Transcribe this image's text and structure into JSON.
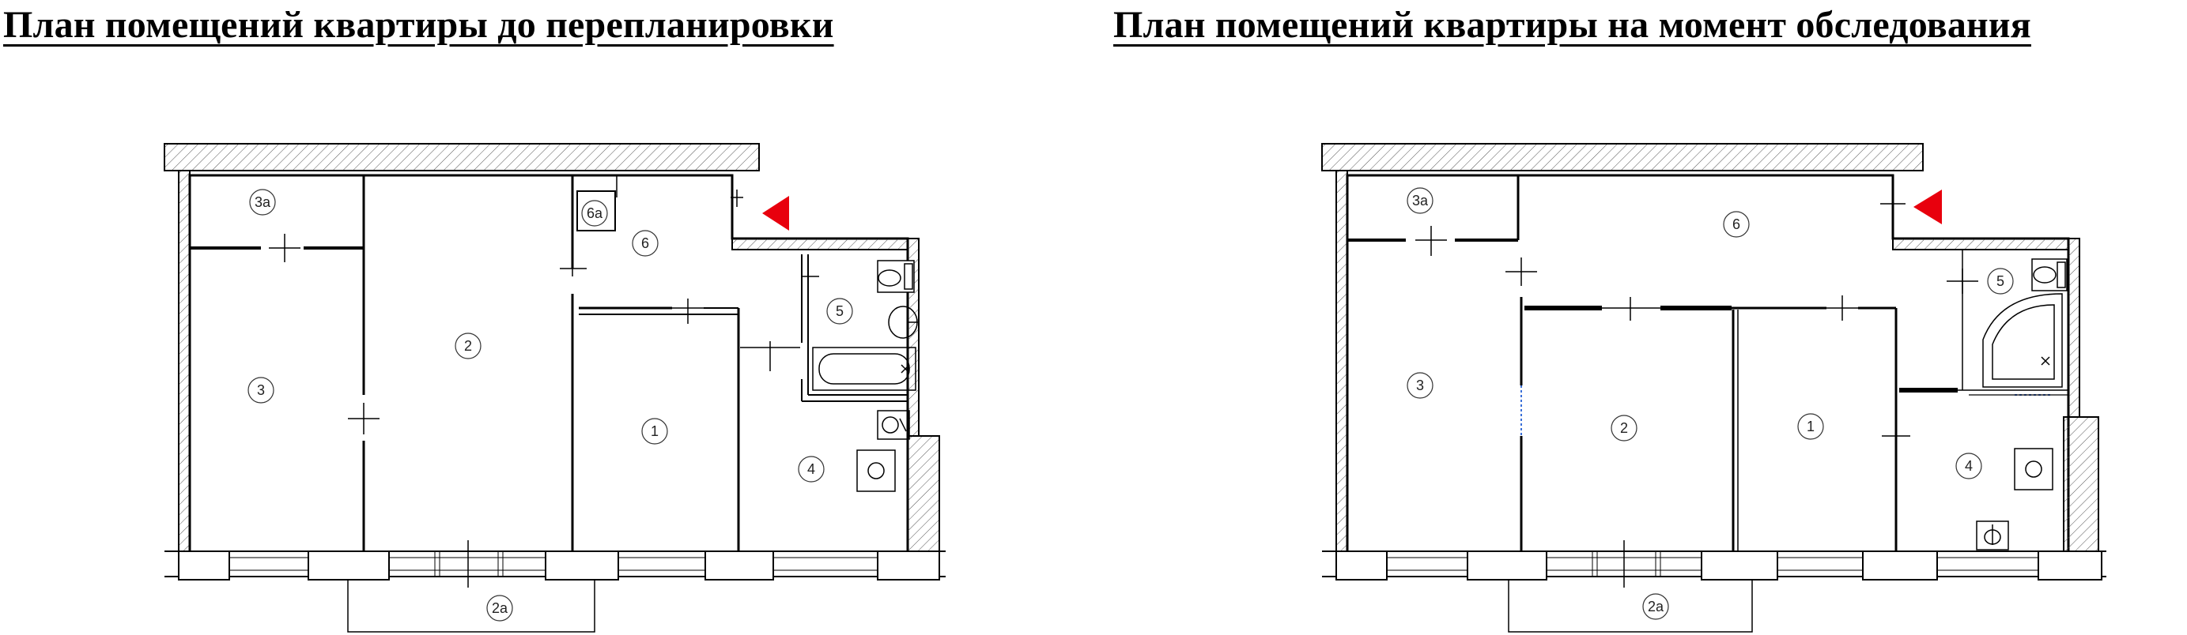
{
  "titles": {
    "before": "План помещений квартиры до перепланировки",
    "after": "План помещений квартиры на момент обследования"
  },
  "plan_before": {
    "rooms": [
      "1",
      "2",
      "3",
      "3а",
      "4",
      "5",
      "6",
      "6а"
    ],
    "balcony": "2а"
  },
  "plan_after": {
    "rooms": [
      "1",
      "2",
      "3",
      "3а",
      "4",
      "5",
      "6"
    ],
    "balcony": "2а"
  },
  "colors": {
    "entrance_marker": "#e8000d",
    "walls": "#000000",
    "new_partitions": "#000000",
    "demolished_marks": "#3a6fd8"
  },
  "icons": [
    "entrance-arrow-icon",
    "toilet-icon",
    "sink-icon",
    "bathtub-icon",
    "stove-icon",
    "corner-bath-icon"
  ]
}
